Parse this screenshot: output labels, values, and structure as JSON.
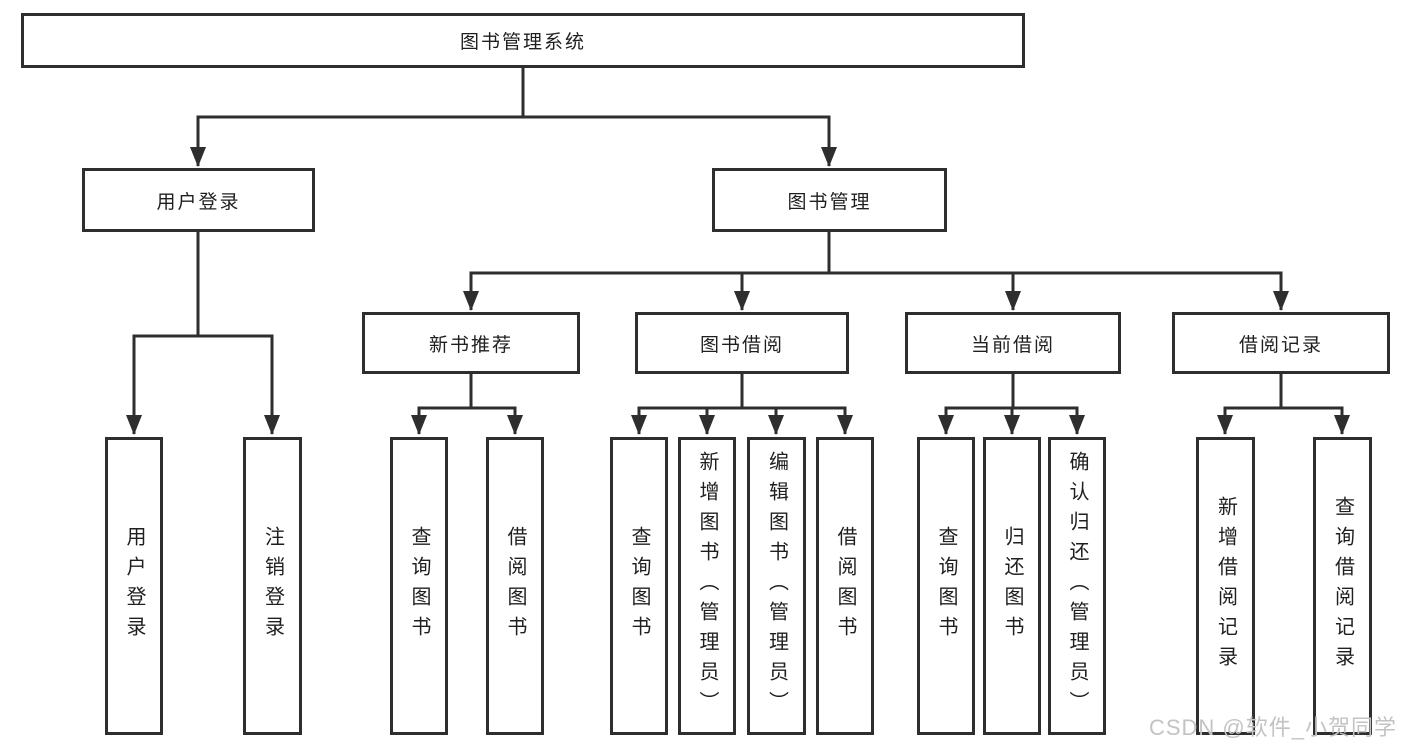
{
  "diagram": {
    "type": "hierarchy-tree",
    "root": {
      "label": "图书管理系统",
      "children": [
        {
          "label": "用户登录",
          "children": [
            {
              "label": "用户登录"
            },
            {
              "label": "注销登录"
            }
          ]
        },
        {
          "label": "图书管理",
          "children": [
            {
              "label": "新书推荐",
              "children": [
                {
                  "label": "查询图书"
                },
                {
                  "label": "借阅图书"
                }
              ]
            },
            {
              "label": "图书借阅",
              "children": [
                {
                  "label": "查询图书"
                },
                {
                  "label": "新增图书（管理员）"
                },
                {
                  "label": "编辑图书（管理员）"
                },
                {
                  "label": "借阅图书"
                }
              ]
            },
            {
              "label": "当前借阅",
              "children": [
                {
                  "label": "查询图书"
                },
                {
                  "label": "归还图书"
                },
                {
                  "label": "确认归还（管理员）"
                }
              ]
            },
            {
              "label": "借阅记录",
              "children": [
                {
                  "label": "新增借阅记录"
                },
                {
                  "label": "查询借阅记录"
                }
              ]
            }
          ]
        }
      ]
    }
  },
  "watermark": {
    "text": "CSDN @软件_小贺同学"
  },
  "colors": {
    "line": "#2e2e2e",
    "border": "#2e2e2e",
    "text": "#1f1f1f",
    "watermark": "#c3c3c3",
    "background": "#ffffff"
  }
}
